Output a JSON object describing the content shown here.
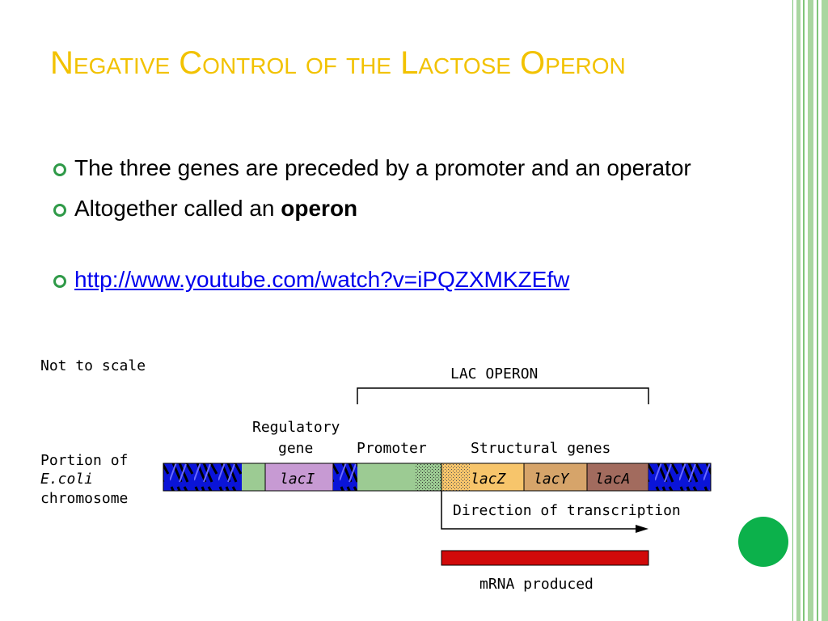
{
  "slide": {
    "title": "Negative Control of the Lactose Operon",
    "bullets": [
      "The three genes are preceded by a promoter and an operator",
      "Altogether called an "
    ],
    "bold_word": "operon",
    "link_text": "http://www.youtube.com/watch?v=iPQZXMKZEfw"
  },
  "diagram": {
    "not_to_scale": "Not to scale",
    "lac_operon": "LAC OPERON",
    "regulatory_line1": "Regulatory",
    "regulatory_line2": "gene",
    "promoter": "Promoter",
    "structural": "Structural genes",
    "portion_line1": "Portion of",
    "portion_line2": "E.coli",
    "portion_line3": "chromosome",
    "laci": "lacI",
    "lacz": "lacZ",
    "lacy": "lacY",
    "laca": "lacA",
    "direction": "Direction of transcription",
    "mrna": "mRNA produced"
  },
  "colors": {
    "title": "#f2c200",
    "bullet_mark": "#2f9a48",
    "accent_dot": "#0cb14b",
    "frame_green": "#a9d6a0",
    "dna_blue": "#0a14d8",
    "promoter_green": "#9ccb93",
    "laci_purple": "#c79ad3",
    "lacz_yellow": "#f7c56b",
    "lacy_tan": "#d6a46a",
    "laca_brown": "#a26b5e",
    "mrna_red": "#d10a0a"
  }
}
